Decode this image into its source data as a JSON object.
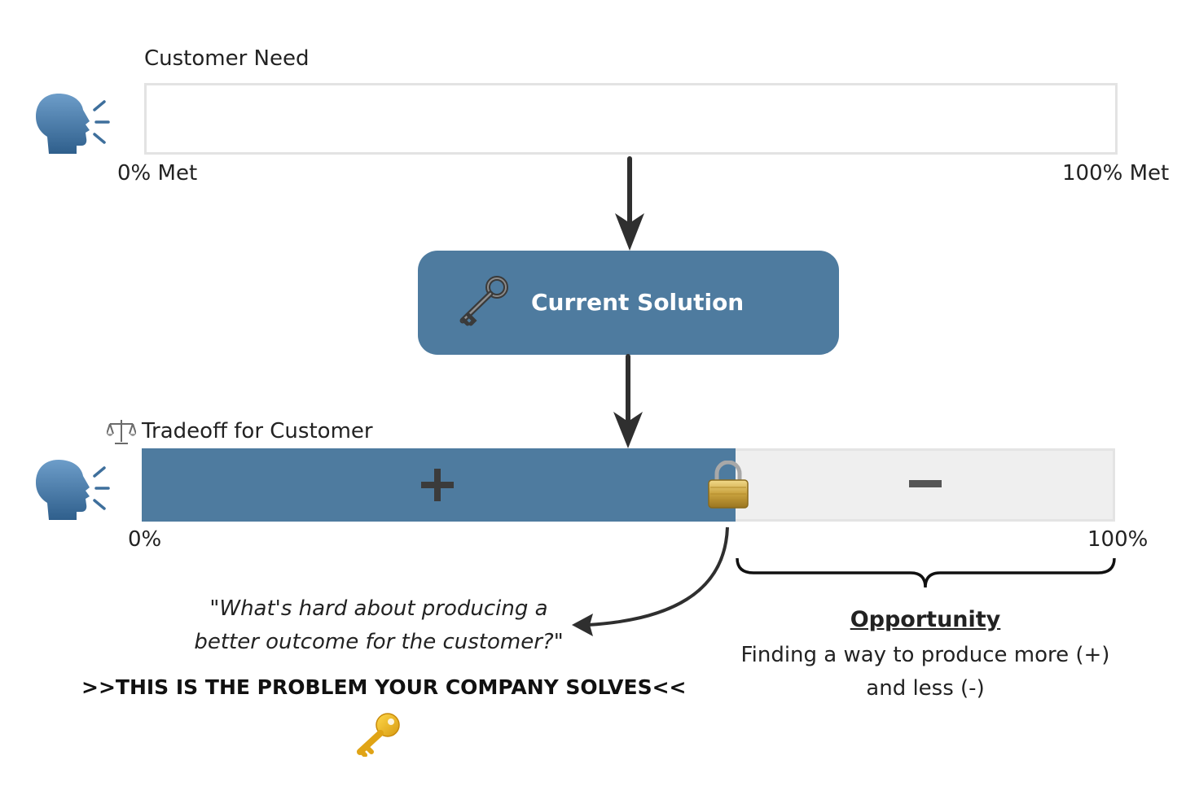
{
  "customer_need": {
    "title": "Customer Need",
    "left_label": "0% Met",
    "right_label": "100% Met",
    "icon": "speaking-head-icon"
  },
  "current_solution": {
    "label": "Current Solution",
    "icon": "old-key-icon"
  },
  "tradeoff": {
    "title": "Tradeoff for Customer",
    "title_icon": "balance-scale-icon",
    "icon": "speaking-head-icon",
    "left_label": "0%",
    "right_label": "100%",
    "plus_symbol": "+",
    "minus_symbol": "−",
    "filled_fraction": 0.61,
    "lock_icon": "lock-icon"
  },
  "question": {
    "line1": "\"What's hard about producing a",
    "line2": "better outcome for the customer?\""
  },
  "callout": {
    "text": ">>THIS IS THE PROBLEM YOUR COMPANY SOLVES<<",
    "icon": "key-icon"
  },
  "opportunity": {
    "title": "Opportunity",
    "line1": "Finding a way to produce more (+)",
    "line2": "and less (-)"
  },
  "colors": {
    "accent": "#4e7b9f",
    "bar_empty": "#efefef",
    "bar_border": "#e3e3e3",
    "arrow": "#333333",
    "head_icon": "#4a7aa5",
    "gold": "#e6b31c"
  }
}
